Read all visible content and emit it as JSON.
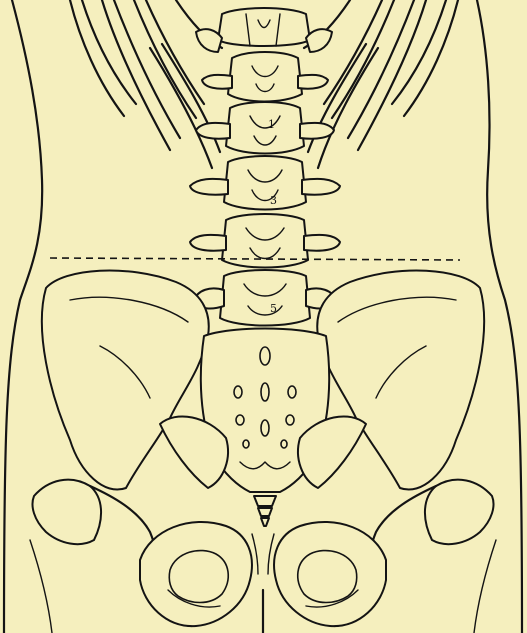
{
  "figure": {
    "vertebra_labels": [
      "1",
      "3",
      "5"
    ]
  },
  "colors": {
    "paper": "#f5efbe",
    "ink": "#141414"
  }
}
